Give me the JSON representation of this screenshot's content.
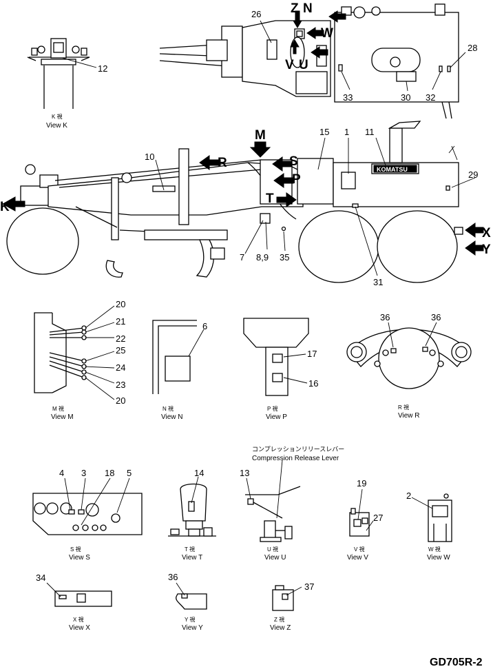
{
  "callouts": {
    "n1": "1",
    "n2": "2",
    "n3": "3",
    "n4": "4",
    "n5": "5",
    "n6": "6",
    "n7": "7",
    "n8_9": "8,9",
    "n10": "10",
    "n11": "11",
    "n12": "12",
    "n13": "13",
    "n14": "14",
    "n15": "15",
    "n16": "16",
    "n17": "17",
    "n18": "18",
    "n19": "19",
    "n20a": "20",
    "n20b": "20",
    "n21": "21",
    "n22": "22",
    "n23": "23",
    "n24": "24",
    "n25": "25",
    "n26": "26",
    "n27": "27",
    "n28": "28",
    "n29": "29",
    "n30": "30",
    "n31": "31",
    "n32": "32",
    "n33": "33",
    "n34": "34",
    "n35": "35",
    "n36a": "36",
    "n36b": "36",
    "n36c": "36",
    "n37": "37"
  },
  "view_arrows": {
    "K": "K",
    "M": "M",
    "N": "N",
    "P": "P",
    "R": "R",
    "S": "S",
    "T": "T",
    "U": "U",
    "V": "V",
    "W": "W",
    "X": "X",
    "Y": "Y",
    "Z": "Z"
  },
  "views": {
    "K": {
      "ja": "K 視",
      "en": "View K"
    },
    "M": {
      "ja": "M 視",
      "en": "View M"
    },
    "N": {
      "ja": "N 視",
      "en": "View N"
    },
    "P": {
      "ja": "P 視",
      "en": "View P"
    },
    "R": {
      "ja": "R 視",
      "en": "View R"
    },
    "S": {
      "ja": "S 視",
      "en": "View S"
    },
    "T": {
      "ja": "T 視",
      "en": "View T"
    },
    "U": {
      "ja": "U 視",
      "en": "View U"
    },
    "V": {
      "ja": "V 視",
      "en": "View V"
    },
    "W": {
      "ja": "W 視",
      "en": "View W"
    },
    "X": {
      "ja": "X 視",
      "en": "View X"
    },
    "Y": {
      "ja": "Y 視",
      "en": "View Y"
    },
    "Z": {
      "ja": "Z 視",
      "en": "View Z"
    }
  },
  "compression_note": {
    "ja": "コンプレッションリリースレバー",
    "en": "Compression Release Lever"
  },
  "brand_label": "KOMATSU",
  "drawing_code": "GD705R-2"
}
